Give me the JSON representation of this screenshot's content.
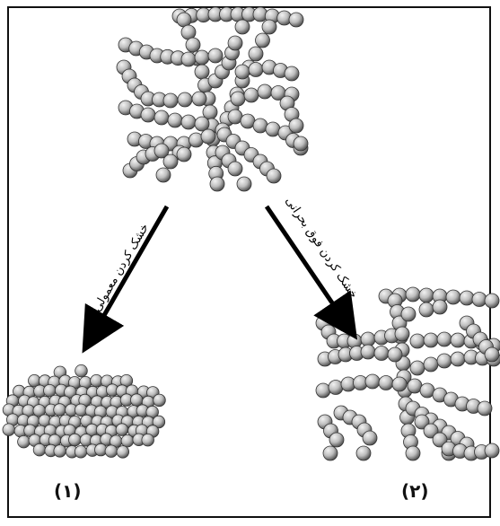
{
  "diagram": {
    "arrow_left_text": "خشک کردن معمولی",
    "arrow_right_text": "خشک کردن فوق بحرانی",
    "panel_labels": [
      "(۱)",
      "(۲)"
    ],
    "colors": {
      "particle": "#bdbdbd",
      "particle_edge": "#333333",
      "arrow": "#000000",
      "border": "#111111"
    }
  }
}
